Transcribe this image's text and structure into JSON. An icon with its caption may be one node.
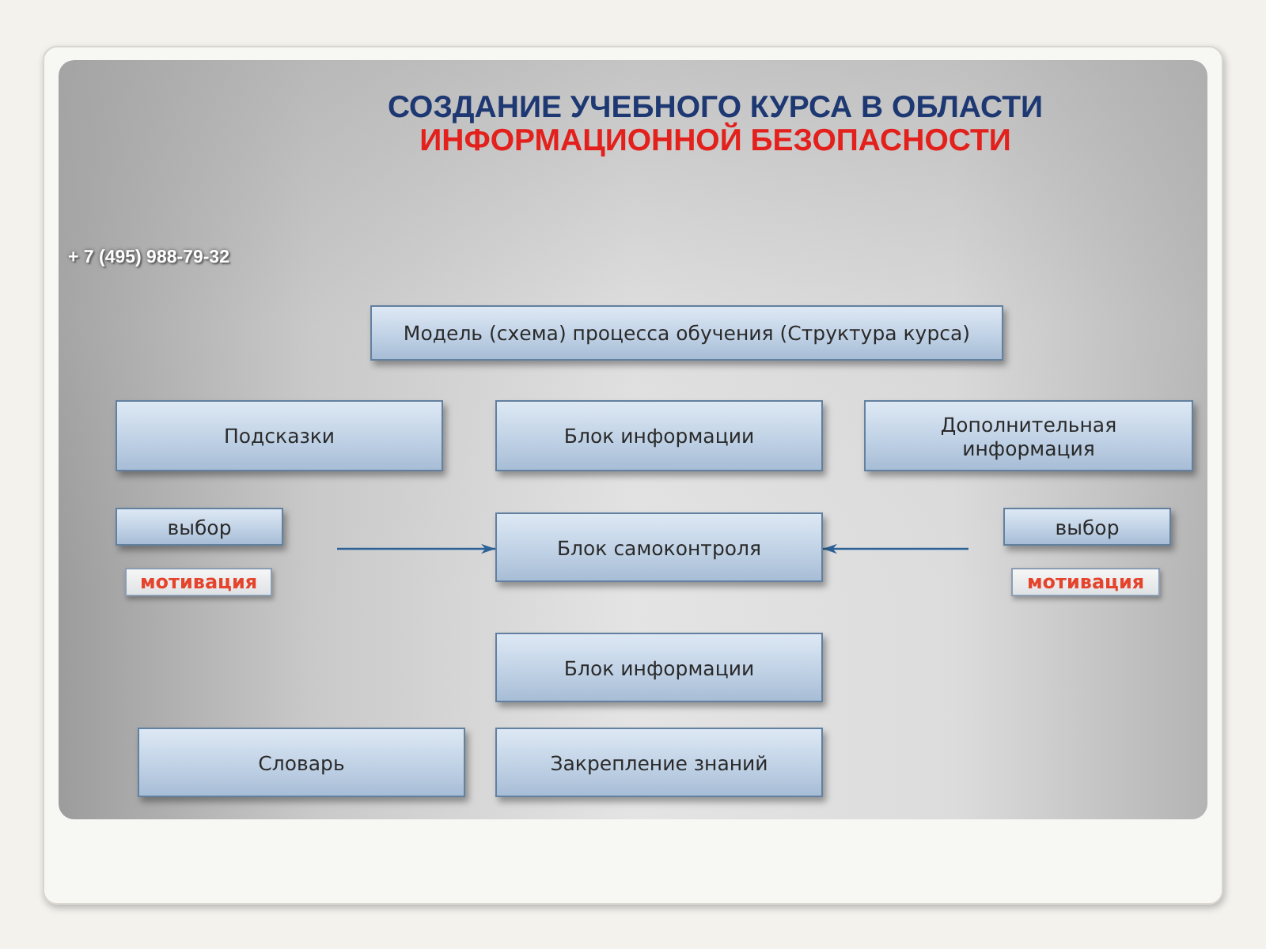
{
  "diagram": {
    "title": "СОЗДАНИЕ УЧЕБНОГО КУРСА В ОБЛАСТИ ИНФОРМАЦИОННОЙ БЕЗОПАСНОСТИ",
    "nodes": [
      {
        "text": [
          "Модель (схема) процесса обучения (Структура курса)"
        ]
      },
      {
        "text": [
          "Подсказки"
        ]
      },
      {
        "text": [
          "Блок информации"
        ]
      },
      {
        "text": [
          "Дополнительная информация"
        ]
      },
      {
        "text": [
          "выбор"
        ]
      },
      {
        "text": [
          "Блок самоконтроля"
        ]
      },
      {
        "text": [
          "выбор"
        ]
      },
      {
        "text": [
          "мотивация"
        ]
      },
      {
        "text": [
          "мотивация"
        ]
      },
      {
        "text": [
          "Блок информации"
        ]
      },
      {
        "text": [
          "Словарь"
        ]
      },
      {
        "text": [
          "Закрепление знаний"
        ]
      }
    ],
    "edges": [
      {
        "from": null,
        "to": 5,
        "arrow": "to"
      },
      {
        "from": null,
        "to": 5,
        "arrow": "to"
      }
    ],
    "labels": [
      "+ 7 (495) 988-79-32"
    ]
  }
}
